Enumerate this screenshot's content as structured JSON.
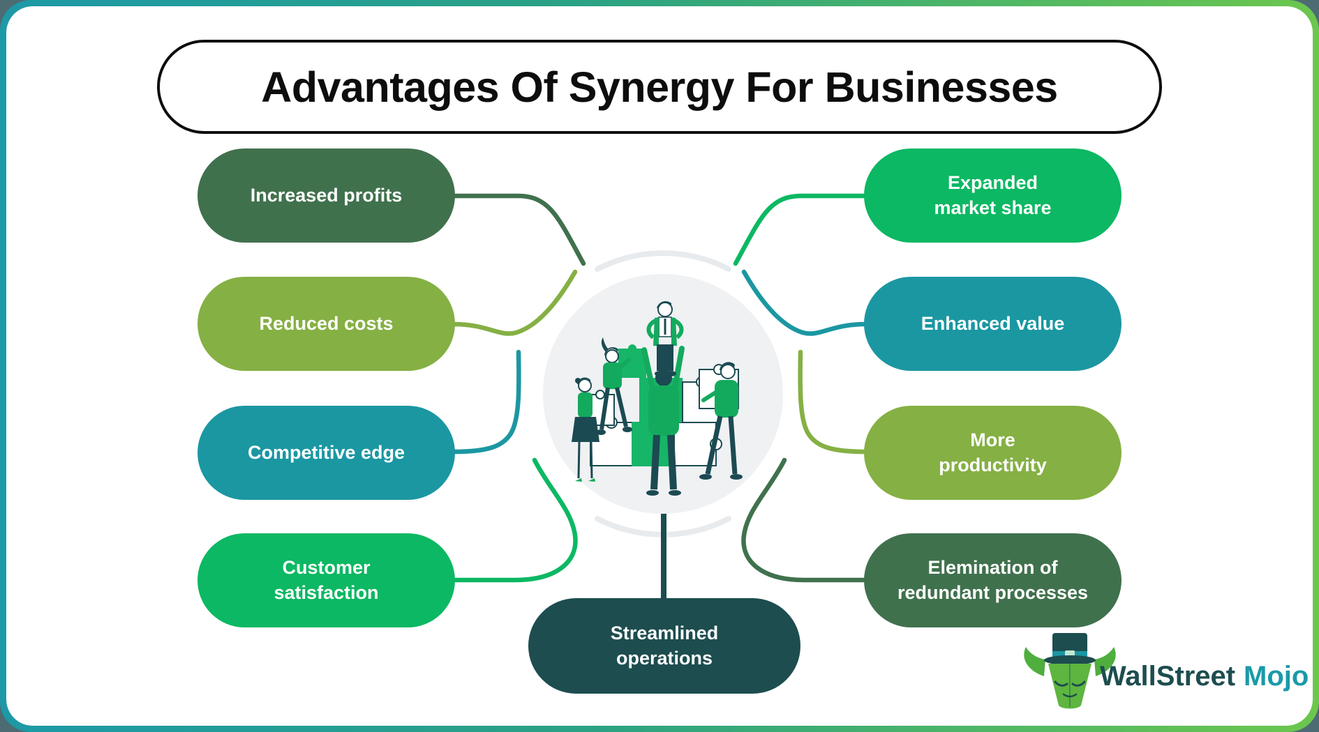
{
  "title": {
    "text": "Advantages Of Synergy For Businesses"
  },
  "colors": {
    "dark_green": "#40714d",
    "lime_green": "#85b044",
    "teal": "#1b97a2",
    "bright_green": "#0cb863",
    "dark_teal": "#1d4d4f",
    "border_gradient_left": "#1d99a7",
    "border_gradient_right": "#6cc74e",
    "circle_fill": "#eff1f3",
    "ring_gray": "#e8ebee"
  },
  "pills": {
    "left": [
      {
        "label": "Increased profits",
        "color": "#40714d"
      },
      {
        "label": "Reduced costs",
        "color": "#85b044"
      },
      {
        "label": "Competitive edge",
        "color": "#1b97a2"
      },
      {
        "label": "Customer\nsatisfaction",
        "color": "#0cb863"
      }
    ],
    "right": [
      {
        "label": "Expanded\nmarket share",
        "color": "#0cb863"
      },
      {
        "label": "Enhanced value",
        "color": "#1b97a2"
      },
      {
        "label": "More\nproductivity",
        "color": "#85b044"
      },
      {
        "label": "Elemination of\nredundant processes",
        "color": "#40714d"
      }
    ],
    "bottom": {
      "label": "Streamlined\noperations",
      "color": "#1d4d4f"
    }
  },
  "connectors": {
    "increased_profits": {
      "color": "#40714d"
    },
    "reduced_costs": {
      "color": "#85b044"
    },
    "competitive_edge": {
      "color": "#1b97a2"
    },
    "customer_satisfaction": {
      "color": "#0cb863"
    },
    "expanded_market_share": {
      "color": "#0cb863"
    },
    "enhanced_value": {
      "color": "#1b97a2"
    },
    "more_productivity": {
      "color": "#85b044"
    },
    "elemination_processes": {
      "color": "#40714d"
    },
    "streamlined_operations": {
      "color": "#1d4d4f"
    }
  },
  "logo": {
    "part1": "WallStreet",
    "part2": "Mojo",
    "part1_color": "#1d4d4f",
    "part2_color": "#1a9aa8"
  }
}
